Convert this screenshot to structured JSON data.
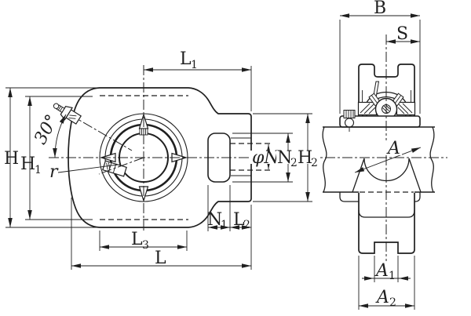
{
  "colors": {
    "ink": "#1f1f1f",
    "paper": "#ffffff"
  },
  "drawing": {
    "type": "bearing-unit-dimension-drawing",
    "views": {
      "front": {
        "dims": {
          "L1": {
            "base": "L",
            "sub": "1"
          },
          "H": {
            "base": "H",
            "sub": ""
          },
          "H1": {
            "base": "H",
            "sub": "1"
          },
          "angle": {
            "text": "30°"
          },
          "r": {
            "text": "r"
          },
          "L3": {
            "base": "L",
            "sub": "3"
          },
          "L": {
            "base": "L",
            "sub": ""
          },
          "N1": {
            "base": "N",
            "sub": "1"
          },
          "L2": {
            "base": "L",
            "sub": "2"
          },
          "phiN": {
            "text": "φN"
          },
          "N2": {
            "base": "N",
            "sub": "2"
          },
          "H2": {
            "base": "H",
            "sub": "2"
          }
        }
      },
      "side": {
        "dims": {
          "B": {
            "base": "B",
            "sub": ""
          },
          "S": {
            "base": "S",
            "sub": ""
          },
          "A": {
            "base": "A",
            "sub": ""
          },
          "A1": {
            "base": "A",
            "sub": "1"
          },
          "A2": {
            "base": "A",
            "sub": "2"
          }
        }
      }
    }
  }
}
